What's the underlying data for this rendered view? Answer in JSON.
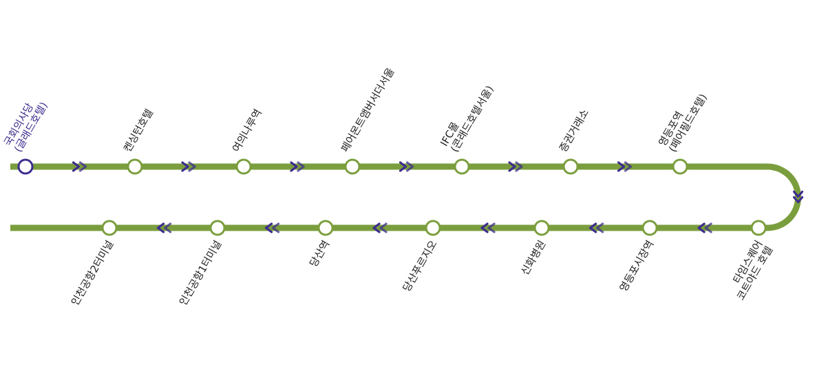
{
  "colors": {
    "line": "#7a9e3d",
    "current": "#3d2c8d",
    "text": "#222222",
    "station_fill": "#ffffff",
    "chevron": "#3d2c8d"
  },
  "top_row": [
    {
      "lines": [
        "국회의사당",
        "(글래드호텔)"
      ],
      "current": true
    },
    {
      "lines": [
        "켄싱턴호텔"
      ]
    },
    {
      "lines": [
        "여의나루역"
      ]
    },
    {
      "lines": [
        "페어몬트앰버서더서울"
      ]
    },
    {
      "lines": [
        "IFC몰",
        "(콘래드호텔서울)"
      ]
    },
    {
      "lines": [
        "증권거래소"
      ]
    },
    {
      "lines": [
        "영등포역",
        "(페어필드호텔)"
      ]
    }
  ],
  "bottom_row": [
    {
      "lines": [
        "타임스퀘어",
        "코트야드 호텔"
      ]
    },
    {
      "lines": [
        "영등포시장역"
      ]
    },
    {
      "lines": [
        "신화병원"
      ]
    },
    {
      "lines": [
        "당산푸르지오"
      ]
    },
    {
      "lines": [
        "당산역"
      ]
    },
    {
      "lines": [
        "인천공항1터미널"
      ]
    },
    {
      "lines": [
        "인천공항2터미널"
      ]
    }
  ]
}
